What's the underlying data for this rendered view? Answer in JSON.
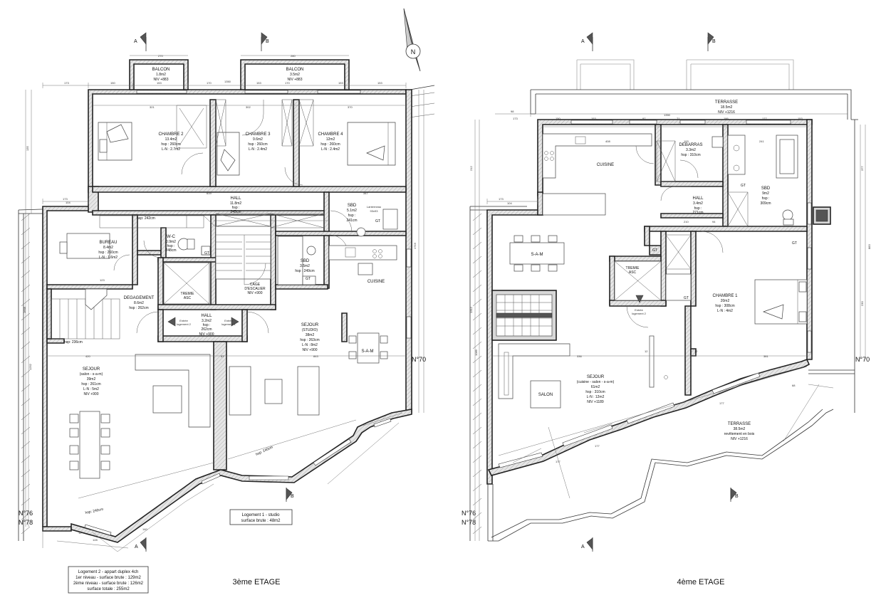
{
  "floor3": {
    "title": "3ème ETAGE",
    "balcon1": {
      "name": "BALCON",
      "area": "1.8m2",
      "niv": "NIV +883"
    },
    "balcon2": {
      "name": "BALCON",
      "area": "3.5m2",
      "niv": "NIV +883"
    },
    "chambre2": {
      "name": "CHAMBRE 2",
      "area": "13.4m2",
      "hsp": "hsp : 260cm",
      "ln": "L-N : 2.7m2"
    },
    "chambre3": {
      "name": "CHAMBRE 3",
      "area": "9.6m2",
      "hsp": "hsp : 260cm",
      "ln": "L-N : 2.4m2"
    },
    "chambre4": {
      "name": "CHAMBRE 4",
      "area": "12m2",
      "hsp": "hsp : 260cm",
      "ln": "L-N : 2.4m2"
    },
    "hall_top": {
      "name": "HALL",
      "area": "11.8m2",
      "hsp1": "hsp :",
      "hsp2": "245cm"
    },
    "sbd_top": {
      "name": "SBD",
      "area": "5.1m2",
      "hsp1": "hsp :",
      "hsp2": "241cm",
      "lant1": "Lanterneau",
      "lant2": "93x93"
    },
    "bureau": {
      "name": "BUREAU",
      "area": "8.4m2",
      "hsp": "hsp : 260cm",
      "ln": "L-N : 1.6m2",
      "hsp_label": "hsp: 242cm"
    },
    "wc": {
      "name": "W-C",
      "area": "0.9m2",
      "hsp1": "hsp :",
      "hsp2": "248cm"
    },
    "cage": {
      "l1": "CAGE",
      "l2": "D'ESCALIER",
      "l3": "NIV +900"
    },
    "sbd_mid": {
      "name": "SBD",
      "area": "3.5m2",
      "hsp": "hsp : 249cm"
    },
    "cuisine": {
      "name": "CUISINE"
    },
    "degagement": {
      "name": "DEGAGEMENT",
      "area": "8.6m2",
      "hsp": "hsp : 262cm"
    },
    "tremie": {
      "l1": "TREMIE",
      "l2": "ASC"
    },
    "hall_mid": {
      "name": "HALL",
      "area": "3.2m2",
      "hsp1": "hsp :",
      "hsp2": "262cm",
      "niv": "NIV +900",
      "entree2": "Entrée\nlogement 2",
      "entree1": "Entrée\nlogement 1"
    },
    "sejour_studio": {
      "name": "SEJOUR",
      "sub": "(STUDIO)",
      "area": "38m2",
      "hsp": "hsp : 263cm",
      "ln": "L-N : 8m2",
      "niv": "NIV +900"
    },
    "sam": {
      "name": "S-A-M"
    },
    "sejour_main": {
      "name": "SEJOUR",
      "sub": "(salon - s-a-m)",
      "area": "39m2",
      "hsp": "hsp : 261cm",
      "ln": "L-N : 5m2",
      "niv": "NIV +900"
    },
    "hsp236": "hsp: 236cm",
    "hsp240a": "hsp: 240cm",
    "hsp240b": "hsp: 240cm",
    "n70": "N°70",
    "n76": "N°76",
    "n78": "N°78",
    "studio_box": {
      "l1": "Logement 1 - studio",
      "l2": "surface brute : 48m2"
    },
    "duplex_box": {
      "l1": "Logement 2 - appart duplex 4ch",
      "l2": "1er niveau - surface brute : 129m2",
      "l3": "2ème niveau - surface brute : 126m2",
      "l4": "surface totale : 255m2"
    }
  },
  "floor4": {
    "title": "4ème ETAGE",
    "terrasse_top": {
      "name": "TERRASSE",
      "area": "18.5m2",
      "niv": "NIV +1216"
    },
    "cuisine": {
      "name": "CUISINE"
    },
    "debarras": {
      "name": "DEBARRAS",
      "area": "3.3m2",
      "hsp": "hsp : 310cm"
    },
    "sbd": {
      "name": "SBD",
      "area": "9m2",
      "hsp1": "hsp :",
      "hsp2": "309cm"
    },
    "hall": {
      "name": "HALL",
      "area": "3.4m2",
      "hsp1": "hsp :",
      "hsp2": "271cm"
    },
    "sam": {
      "name": "S-A-M"
    },
    "tremie": {
      "l1": "TREMIE",
      "l2": "ASC"
    },
    "entree": "Entrée\nlogement 2",
    "chambre1": {
      "name": "CHAMBRE 1",
      "area": "20m2",
      "hsp": "hsp : 308cm",
      "ln": "L-N : 4m2"
    },
    "sejour": {
      "name": "SEJOUR",
      "sub": "(cuisine - salon - s-a-m)",
      "area": "61m2",
      "hsp": "hsp : 310cm",
      "ln": "L-N : 12m2",
      "niv": "NIV +1189"
    },
    "salon": {
      "name": "SALON"
    },
    "terrasse_bot": {
      "name": "TERRASSE",
      "area": "38.5m2",
      "sub": "revêtement en bois",
      "niv": "NIV +1216"
    },
    "n70": "N°70",
    "n76": "N°76",
    "n78": "N°78"
  },
  "markers": {
    "a": "A",
    "b": "B"
  },
  "gt": "GT",
  "north": "N"
}
